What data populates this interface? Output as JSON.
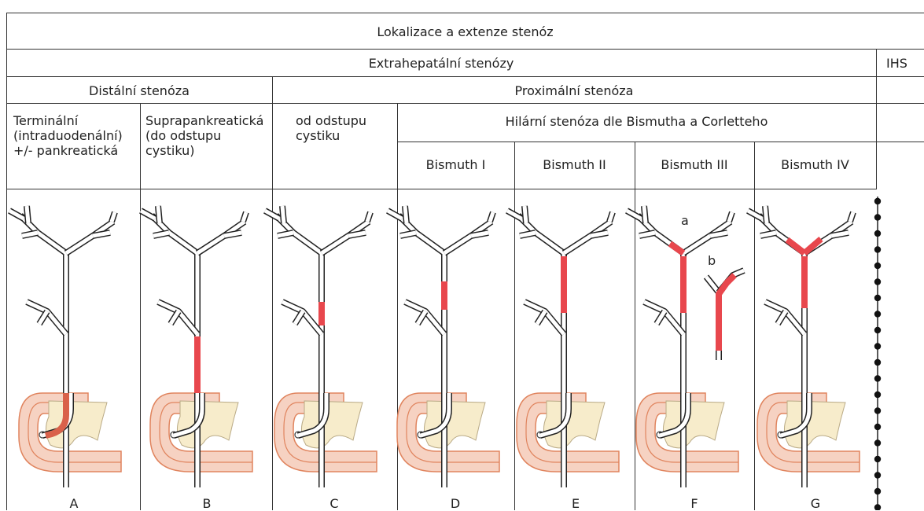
{
  "header": {
    "top": "Lokalizace a extenze stenóz",
    "extrahepatic": "Extrahepatální stenózy",
    "ihs": "IHS",
    "distal": "Distální stenóza",
    "proximal": "Proximální stenóza",
    "hilar": "Hilární stenóza dle Bismutha a Corletteho"
  },
  "columns": {
    "terminal": "Terminální (intraduodenální) +/- pankreatická",
    "suprapancreatic": "Suprapankreatická (do odstupu cystiku)",
    "cystic": "od odstupu cystiku",
    "bismuth1": "Bismuth I",
    "bismuth2": "Bismuth II",
    "bismuth3": "Bismuth III",
    "bismuth4": "Bismuth IV"
  },
  "letters": [
    "A",
    "B",
    "C",
    "D",
    "E",
    "F",
    "G"
  ],
  "annotations": {
    "a": "a",
    "b": "b"
  },
  "colors": {
    "stenosis": "#e8474d",
    "duodenum": "#f6d2c2",
    "duodenum_stroke": "#e0845e",
    "pancreas": "#f7eccb"
  }
}
